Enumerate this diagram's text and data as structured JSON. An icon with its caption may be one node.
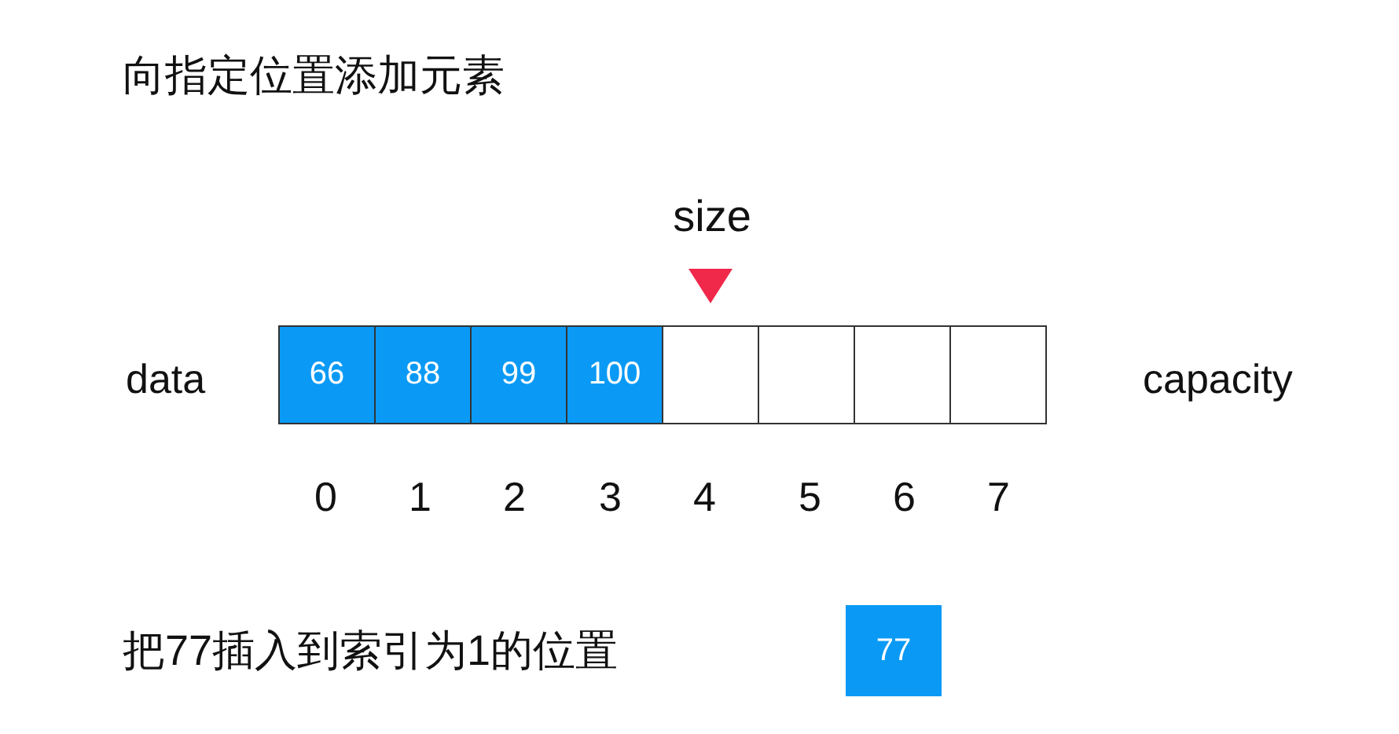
{
  "diagram": {
    "title": "向指定位置添加元素",
    "nodes": [
      {
        "text": [
          "66"
        ]
      },
      {
        "text": [
          "88"
        ]
      },
      {
        "text": [
          "99"
        ]
      },
      {
        "text": [
          "100"
        ]
      },
      {
        "text": [],
        "shape": "box"
      },
      {
        "text": [],
        "shape": "box"
      },
      {
        "text": [],
        "shape": "box"
      },
      {
        "text": [],
        "shape": "box"
      },
      {
        "text": [
          "size"
        ]
      },
      {
        "text": [
          "77"
        ]
      }
    ],
    "edges": [
      {
        "from": 8,
        "to": 4,
        "arrow": "to",
        "color": "#f0284a"
      }
    ],
    "labels": [
      "data",
      "capacity",
      "0",
      "1",
      "2",
      "3",
      "4",
      "5",
      "6",
      "7",
      "把77插入到索引为1的位置"
    ]
  }
}
